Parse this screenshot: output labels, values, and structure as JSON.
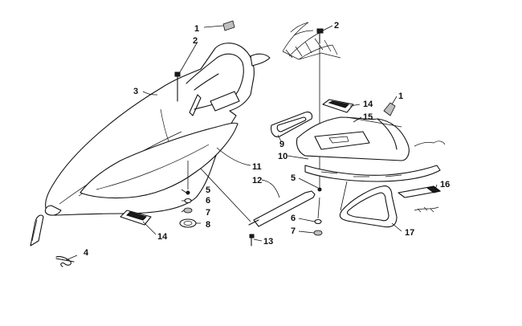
{
  "callouts": {
    "c1a": "1",
    "c1b": "1",
    "c2a": "2",
    "c2b": "2",
    "c3": "3",
    "c4": "4",
    "c5a": "5",
    "c5b": "5",
    "c6a": "6",
    "c6b": "6",
    "c7a": "7",
    "c7b": "7",
    "c8": "8",
    "c9": "9",
    "c10": "10",
    "c11": "11",
    "c12": "12",
    "c13": "13",
    "c14a": "14",
    "c14b": "14",
    "c15": "15",
    "c16": "16",
    "c17": "17"
  },
  "colors": {
    "ink": "#111111",
    "paper": "#ffffff"
  }
}
